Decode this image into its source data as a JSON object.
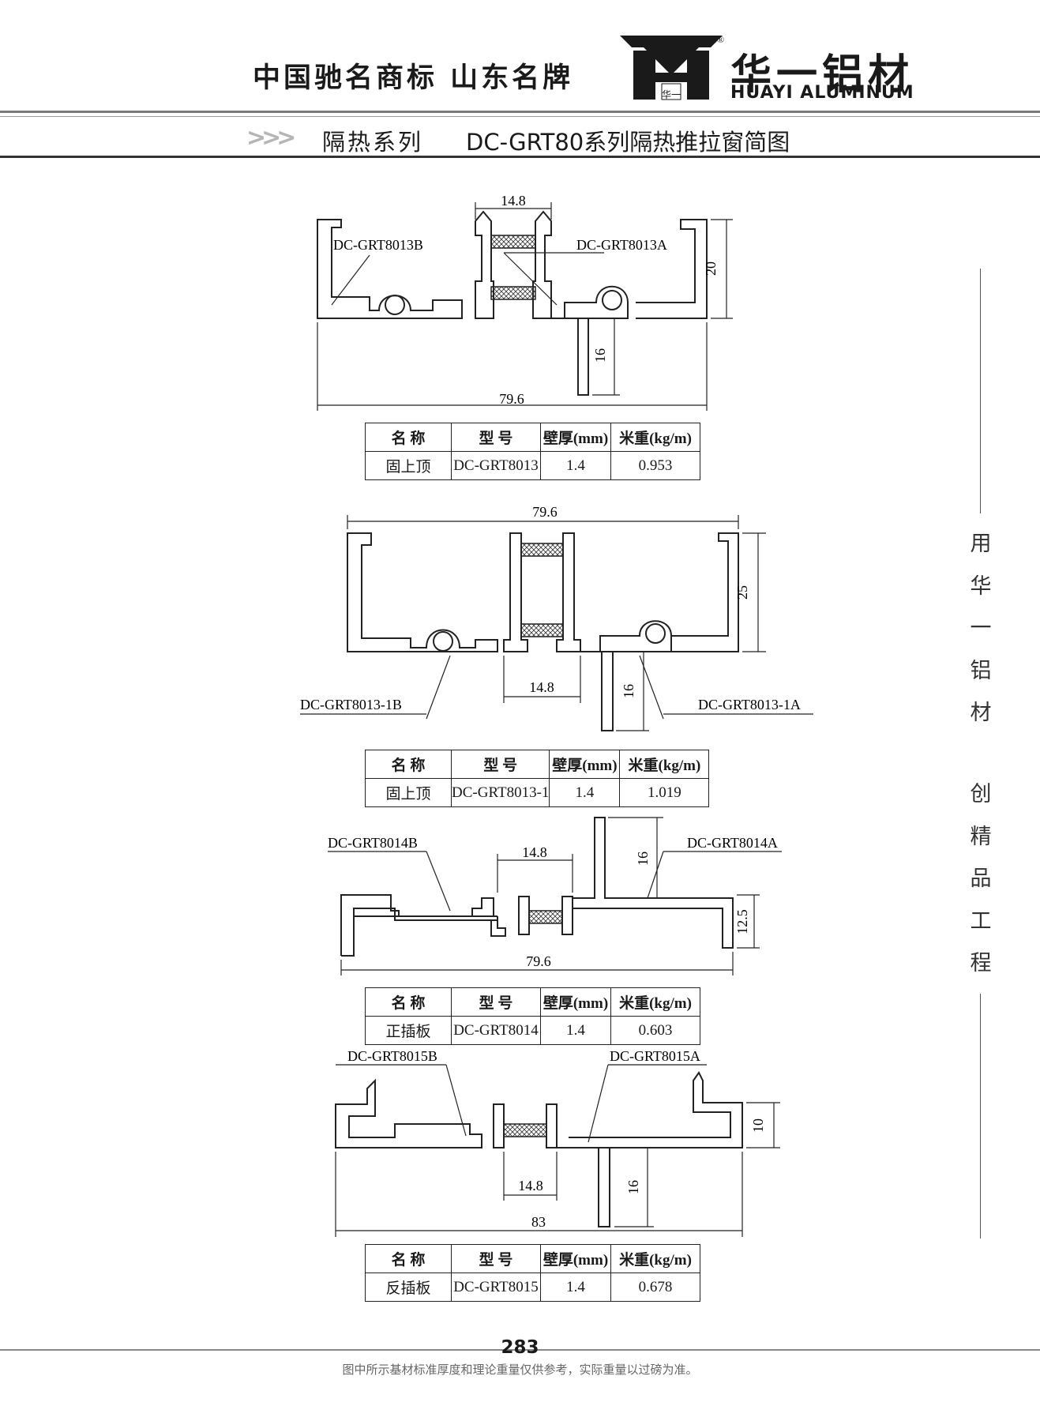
{
  "header": {
    "slogan": "中国驰名商标  山东名牌",
    "brand_cn": "华一铝材",
    "brand_en": "HUAYI ALUMINUM",
    "logo_mark": "华一",
    "registered_mark": "®"
  },
  "subheader": {
    "chevrons": ">>>",
    "series": "隔热系列",
    "title": "DC-GRT80系列隔热推拉窗简图"
  },
  "sidebar": {
    "slogan_line1": [
      "用",
      "华",
      "一",
      "铝",
      "材"
    ],
    "slogan_line2": [
      "创",
      "精",
      "品",
      "工",
      "程"
    ]
  },
  "table_headers": {
    "name": "名 称",
    "model": "型 号",
    "thickness": "壁厚(mm)",
    "weight": "米重(kg/m)"
  },
  "profiles": [
    {
      "callouts": [
        "DC-GRT8013B",
        "DC-GRT8013A"
      ],
      "dims": {
        "width": "79.6",
        "strip": "14.8",
        "height": "20",
        "leg": "16"
      },
      "row": {
        "name": "固上顶",
        "model": "DC-GRT8013",
        "thickness": "1.4",
        "weight": "0.953"
      }
    },
    {
      "callouts": [
        "DC-GRT8013-1B",
        "DC-GRT8013-1A"
      ],
      "dims": {
        "width": "79.6",
        "strip": "14.8",
        "height": "25",
        "leg": "16"
      },
      "row": {
        "name": "固上顶",
        "model": "DC-GRT8013-1",
        "thickness": "1.4",
        "weight": "1.019"
      }
    },
    {
      "callouts": [
        "DC-GRT8014B",
        "DC-GRT8014A"
      ],
      "dims": {
        "width": "79.6",
        "strip": "14.8",
        "height": "12.5",
        "leg": "16"
      },
      "row": {
        "name": "正插板",
        "model": "DC-GRT8014",
        "thickness": "1.4",
        "weight": "0.603"
      }
    },
    {
      "callouts": [
        "DC-GRT8015B",
        "DC-GRT8015A"
      ],
      "dims": {
        "width": "83",
        "strip": "14.8",
        "height": "10",
        "leg": "16"
      },
      "row": {
        "name": "反插板",
        "model": "DC-GRT8015",
        "thickness": "1.4",
        "weight": "0.678"
      }
    }
  ],
  "footer": {
    "page_number": "283",
    "note": "图中所示基材标准厚度和理论重量仅供参考，实际重量以过磅为准。"
  }
}
